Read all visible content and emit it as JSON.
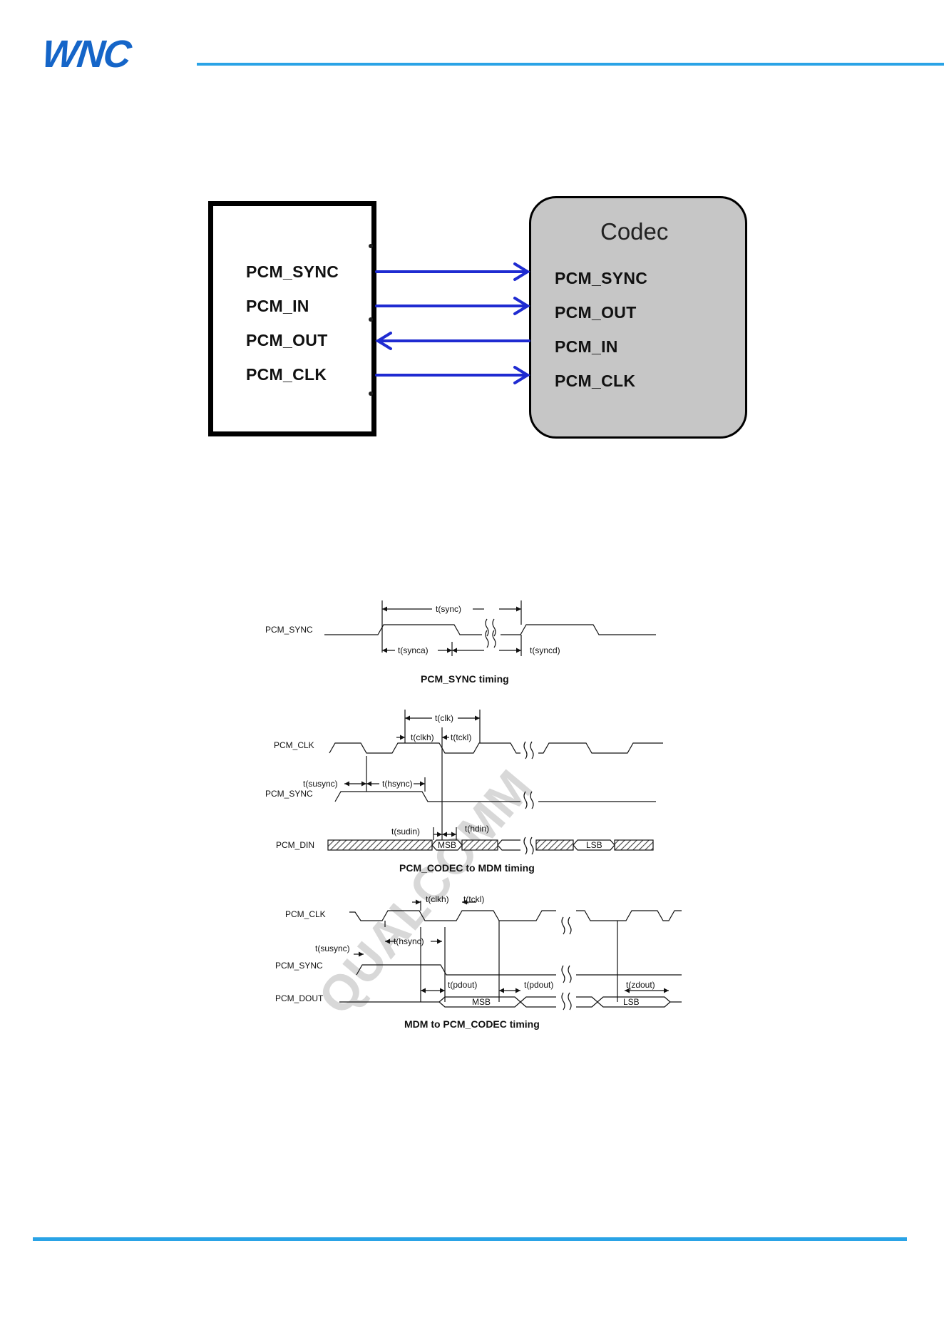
{
  "header": {
    "logo_text": "WNC",
    "accent_color": "#2aa3e6"
  },
  "block_diagram": {
    "left_signals": [
      "PCM_SYNC",
      "PCM_IN",
      "PCM_OUT",
      "PCM_CLK"
    ],
    "codec_title": "Codec",
    "codec_signals": [
      "PCM_SYNC",
      "PCM_OUT",
      "PCM_IN",
      "PCM_CLK"
    ],
    "arrow_color": "#1f2bd1"
  },
  "timing1": {
    "signal": "PCM_SYNC",
    "labels": {
      "sync": "t(sync)",
      "synca": "t(synca)",
      "syncd": "t(syncd)"
    },
    "caption": "PCM_SYNC timing"
  },
  "timing2": {
    "signals": {
      "clk": "PCM_CLK",
      "sync": "PCM_SYNC",
      "din": "PCM_DIN"
    },
    "labels": {
      "clk": "t(clk)",
      "clkh": "t(clkh)",
      "tckl": "t(tckl)",
      "susync": "t(susync)",
      "hsync": "t(hsync)",
      "sudin": "t(sudin)",
      "hdin": "t(hdin)",
      "msb": "MSB",
      "lsb": "LSB"
    },
    "caption": "PCM_CODEC to MDM timing"
  },
  "timing3": {
    "signals": {
      "clk": "PCM_CLK",
      "sync": "PCM_SYNC",
      "dout": "PCM_DOUT"
    },
    "labels": {
      "clkh": "t(clkh)",
      "tckl": "t(tckl)",
      "hsync": "t(hsync)",
      "susync": "t(susync)",
      "pdout1": "t(pdout)",
      "pdout2": "t(pdout)",
      "zdout": "t(zdout)",
      "msb": "MSB",
      "lsb": "LSB"
    },
    "caption": "MDM to PCM_CODEC timing"
  }
}
